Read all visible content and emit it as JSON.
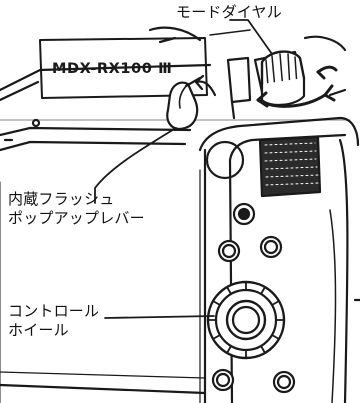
{
  "labels": {
    "mode_dial": "モードダイヤル",
    "flash_lever_line1": "内蔵フラッシュ",
    "flash_lever_line2": "ポップアップレバー",
    "control_wheel_line1": "コントロール",
    "control_wheel_line2": "ホイール"
  },
  "model_badge": "MDX-RX100 Ⅲ",
  "colors": {
    "outline": "#1a1a1a",
    "background": "#ffffff",
    "grip_dark": "#2b2b2b"
  }
}
